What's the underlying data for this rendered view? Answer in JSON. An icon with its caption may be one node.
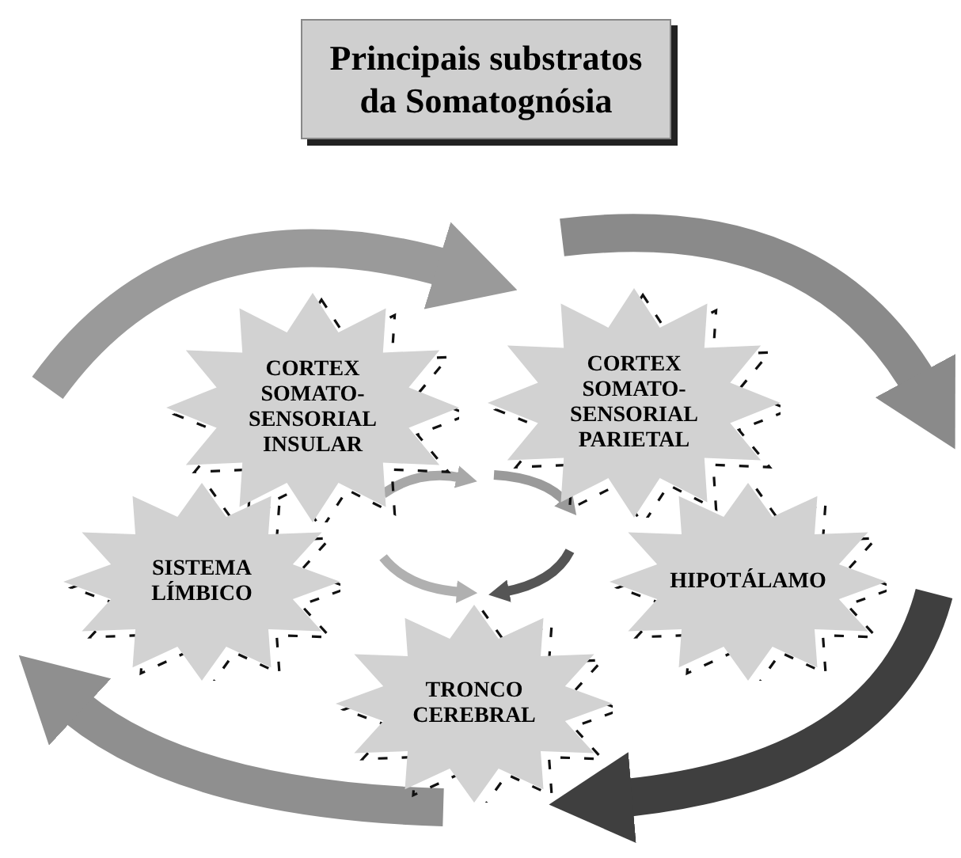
{
  "diagram": {
    "title": "Principais substratos da Somatognósia",
    "nodes": [
      {
        "text": [
          "CORTEX SOMATO-SENSORIAL INSULAR"
        ]
      },
      {
        "text": [
          "CORTEX SOMATO-SENSORIAL PARIETAL"
        ]
      },
      {
        "text": [
          "SISTEMA LÍMBICO"
        ]
      },
      {
        "text": [
          "HIPOTÁLAMO"
        ]
      },
      {
        "text": [
          "TRONCO CEREBRAL"
        ]
      }
    ]
  }
}
